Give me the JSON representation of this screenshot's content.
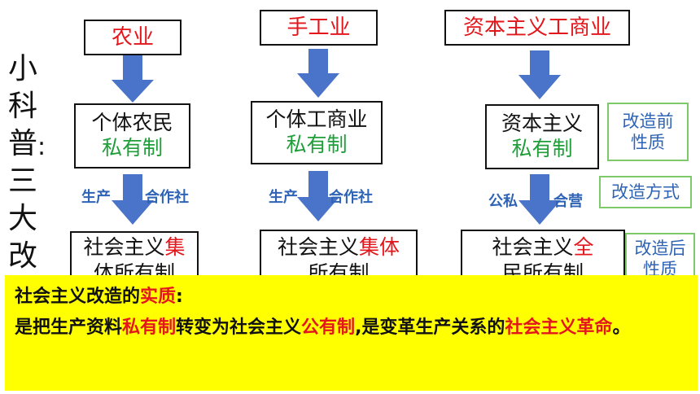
{
  "vertical_title": [
    "小",
    "科",
    "普",
    ":",
    "三",
    "大",
    "改"
  ],
  "columns": [
    {
      "sector": "农业",
      "before_line1": "个体农民",
      "before_line2": "私有制",
      "method_left": "生产",
      "method_right": "合作社",
      "after_prefix": "社会主义",
      "after_highlight_line1": "集",
      "after_line2": "体所有制"
    },
    {
      "sector": "手工业",
      "before_line1": "个体工商业",
      "before_line2": "私有制",
      "method_left": "生产",
      "method_right": "合作社",
      "after_prefix": "社会主义",
      "after_highlight_line1": "集体",
      "after_line2": "所有制"
    },
    {
      "sector": "资本主义工商业",
      "before_line1": "资本主义",
      "before_line2": "私有制",
      "method_left": "公私",
      "method_right": "合营",
      "after_prefix": "社会主义",
      "after_highlight_line1": "全",
      "after_line2": "民所有制"
    }
  ],
  "side_tags": {
    "before_nature": "改造前性质",
    "method": "改造方式",
    "after_nature": "改造后性质"
  },
  "summary": {
    "title_prefix": "社会主义改造的",
    "title_highlight": "实质",
    "title_suffix": ":",
    "body_1": "是把生产资料",
    "body_hl_1": "私有制",
    "body_2": "转变为社会主义",
    "body_hl_2": "公有制",
    "body_3": ",是变革生产关系的",
    "body_hl_3": "社会主义革命",
    "body_4": "。"
  },
  "colors": {
    "arrow": "#4a74c9",
    "highlight_red": "#e3161b",
    "private_green": "#1f9e3a",
    "tag_blue": "#2e63b5",
    "panel_yellow": "#ffff00"
  }
}
